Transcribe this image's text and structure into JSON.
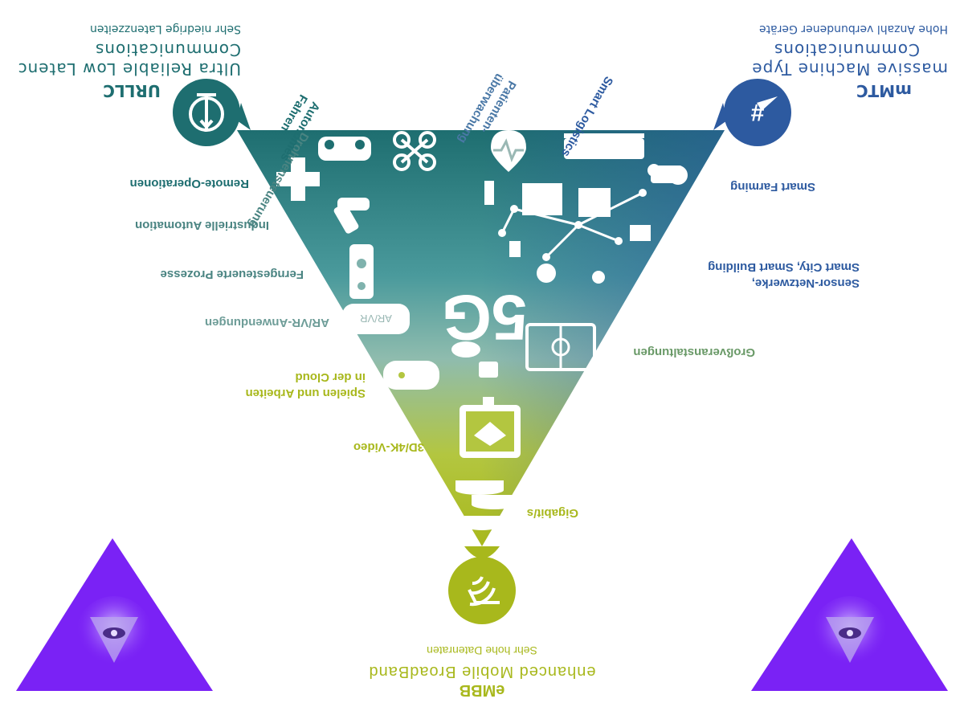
{
  "center_label": "5G",
  "corners": {
    "urllc": {
      "title": "URLLC",
      "subtitle_1": "Ultra Reliable Low Latenc",
      "subtitle_2": "Communications",
      "note": "Sehr niedrige Latenzzeiten",
      "color": "#1e6e70"
    },
    "mmtc": {
      "title": "mMTC",
      "subtitle_1": "massive Machine Type",
      "subtitle_2": "Communications",
      "note": "Hohe Anzahl verbundener Geräte",
      "color": "#2d5aa0"
    },
    "embb": {
      "title": "eMBB",
      "subtitle": "enhanced Mobile BroadBand",
      "note": "Sehr hohe Datenraten",
      "color": "#a8b81c"
    }
  },
  "use_cases": {
    "remote_operationen": "Remote-Operationen",
    "industrielle_automation": "Industrielle Automation",
    "ferngesteuerte_prozesse": "Ferngesteuerte Prozesse",
    "arvr": "AR/VR-Anwendungen",
    "spielen_1": "Spielen und Arbeiten",
    "spielen_2": "in der Cloud",
    "video": "3D/4K-Video",
    "gigabit": "Gigabit/s",
    "grossveranstaltungen": "Großveranstaltungen",
    "sensor_1": "Sensor-Netzwerke,",
    "sensor_2": "Smart City, Smart Building",
    "smart_farming": "Smart Farming",
    "smart_logistics": "Smart Logistics",
    "patienten_1": "Patienten-",
    "patienten_2": "überwachung",
    "drohnen": "Drohnensteuerung",
    "autonomes_1": "Autonomes",
    "autonomes_2": "Fahren"
  },
  "icon_labels": {
    "arvr_headset": "AR/VR"
  },
  "colors": {
    "teal": "#1e6e70",
    "blue": "#2d5aa0",
    "lime": "#a8b81c",
    "purple": "#7a22f5"
  }
}
